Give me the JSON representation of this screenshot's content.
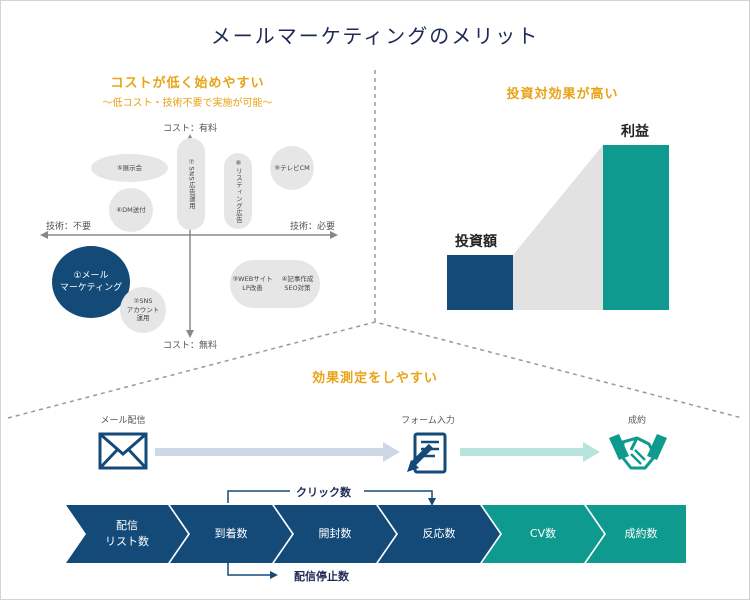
{
  "title": "メールマーケティングのメリット",
  "left_panel": {
    "heading": "コストが低く始めやすい",
    "subheading": "〜低コスト・技術不要で実施が可能〜",
    "axis_top": "コスト：有料",
    "axis_bottom": "コスト：無料",
    "axis_left": "技術：不要",
    "axis_right": "技術：必要",
    "items": {
      "exhibition": "⑤展示会",
      "dm": "⑥DM送付",
      "sns_ads": "⑦SNS広告運用",
      "listing_ads": "⑧リスティング広告",
      "tv_cm": "⑨テレビCM",
      "email_line1": "①メール",
      "email_line2": "マーケティング",
      "sns_line1": "②SNS",
      "sns_line2": "アカウント",
      "sns_line3": "運用",
      "web_line1": "③WEBサイト",
      "web_line2": "LP改善",
      "article_line1": "④記事作成",
      "article_line2": "SEO対策"
    }
  },
  "right_panel": {
    "heading": "投資対効果が高い",
    "investment_label": "投資額",
    "profit_label": "利益",
    "colors": {
      "investment": "#134a78",
      "profit": "#0e9a8e",
      "connector": "#e2e2e2"
    }
  },
  "bottom_panel": {
    "heading": "効果測定をしやすい",
    "flow_labels": {
      "mail": "メール配信",
      "form": "フォーム入力",
      "contract": "成約"
    },
    "funnel": [
      {
        "line1": "配信",
        "line2": "リスト数"
      },
      {
        "line1": "到着数",
        "line2": ""
      },
      {
        "line1": "開封数",
        "line2": ""
      },
      {
        "line1": "反応数",
        "line2": ""
      },
      {
        "line1": "CV数",
        "line2": ""
      },
      {
        "line1": "成約数",
        "line2": ""
      }
    ],
    "click_label": "クリック数",
    "unsubscribe_label": "配信停止数",
    "colors": {
      "navy": "#134a78",
      "teal": "#0e9a8e"
    }
  }
}
